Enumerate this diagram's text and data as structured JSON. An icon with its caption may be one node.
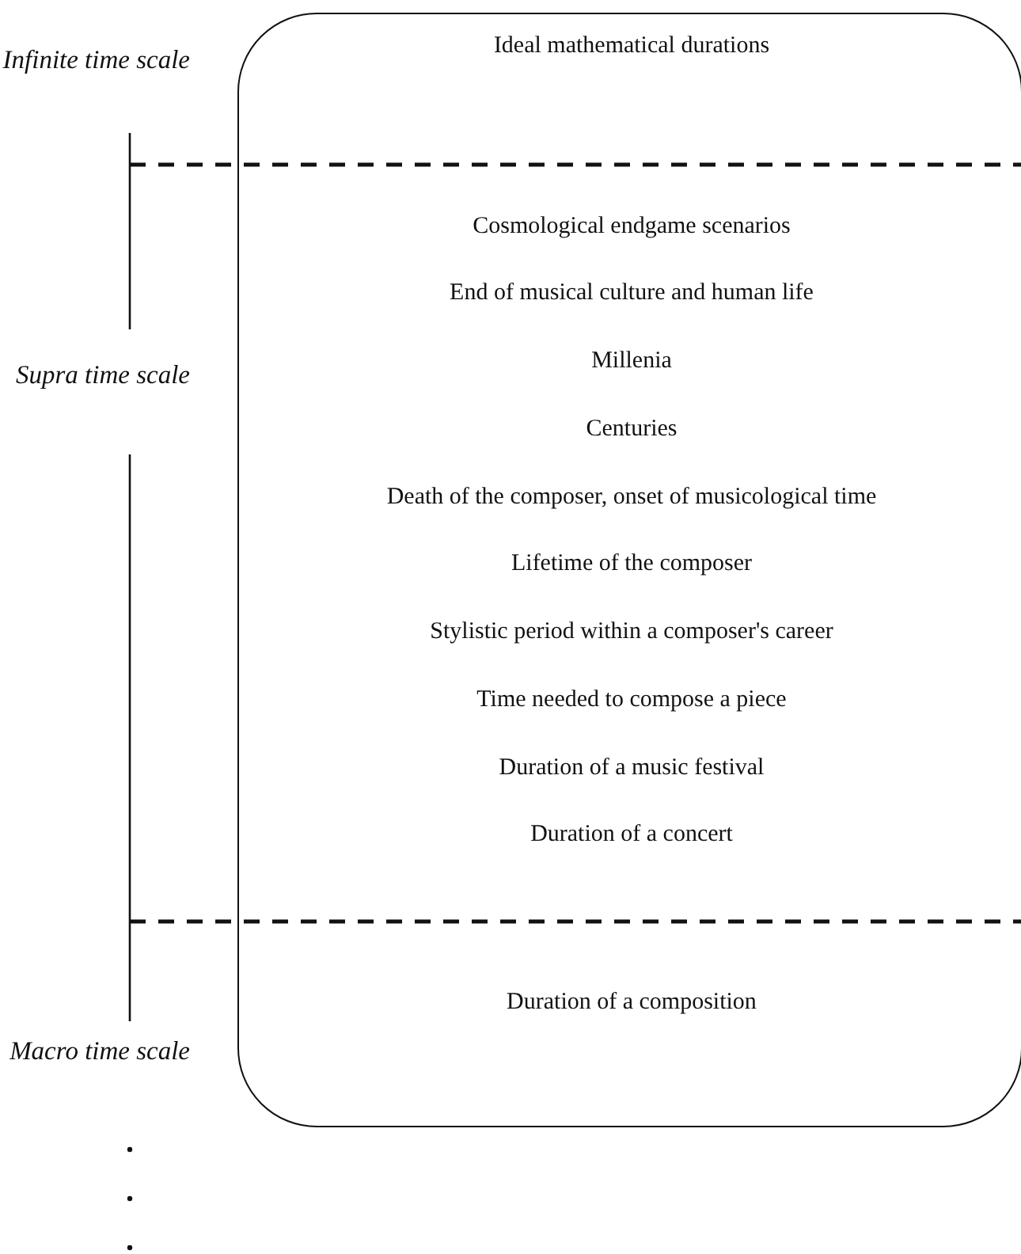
{
  "diagram": {
    "nodes": [
      {
        "text": [],
        "shape": "box"
      },
      {
        "text": [
          "Ideal mathematical durations"
        ],
        "in": 0
      },
      {
        "text": [
          "Cosmological endgame scenarios",
          "End of musical culture and human life",
          "Millenia",
          "Centuries",
          "Death of the composer, onset of musicological time",
          "Lifetime of the composer",
          "Stylistic period within a composer's career",
          "Time needed to compose a piece",
          "Duration of a music festival",
          "Duration of a concert"
        ],
        "in": 0
      },
      {
        "text": [
          "Duration of a composition"
        ],
        "in": 0
      }
    ],
    "edges": [],
    "labels": [
      "Infinite time scale",
      "Supra time scale",
      "Macro time scale"
    ]
  }
}
